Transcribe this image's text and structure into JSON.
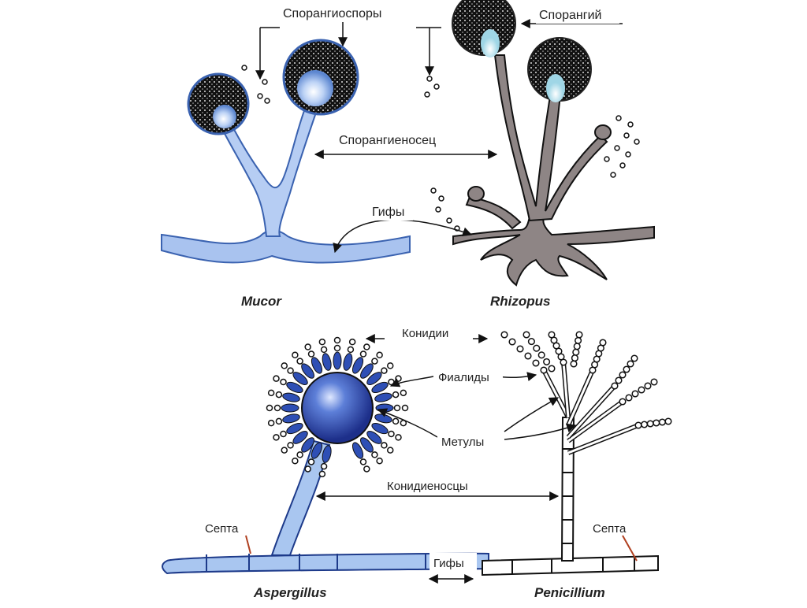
{
  "labels": {
    "sporangiospores": "Спорангиоспоры",
    "sporangium": "Спорангий",
    "sporangiophore": "Спорангиеносец",
    "hyphae_top": "Гифы",
    "conidia": "Конидии",
    "phialides": "Фиалиды",
    "metulae": "Метулы",
    "conidiophores": "Конидиеносцы",
    "septa_left": "Септа",
    "septa_right": "Септа",
    "hyphae_bottom": "Гифы"
  },
  "genera": {
    "mucor": "Mucor",
    "rhizopus": "Rhizopus",
    "aspergillus": "Aspergillus",
    "penicillium": "Penicillium"
  },
  "colors": {
    "mucor_blue": "#9db8e8",
    "mucor_edge": "#3a62b0",
    "rhizopus_gray": "#8a8080",
    "sporangium_black": "#111111",
    "aspergillus_blue": "#2e4fb5",
    "hypha_light": "#a9c6f0",
    "septum_mark": "#b04020"
  }
}
